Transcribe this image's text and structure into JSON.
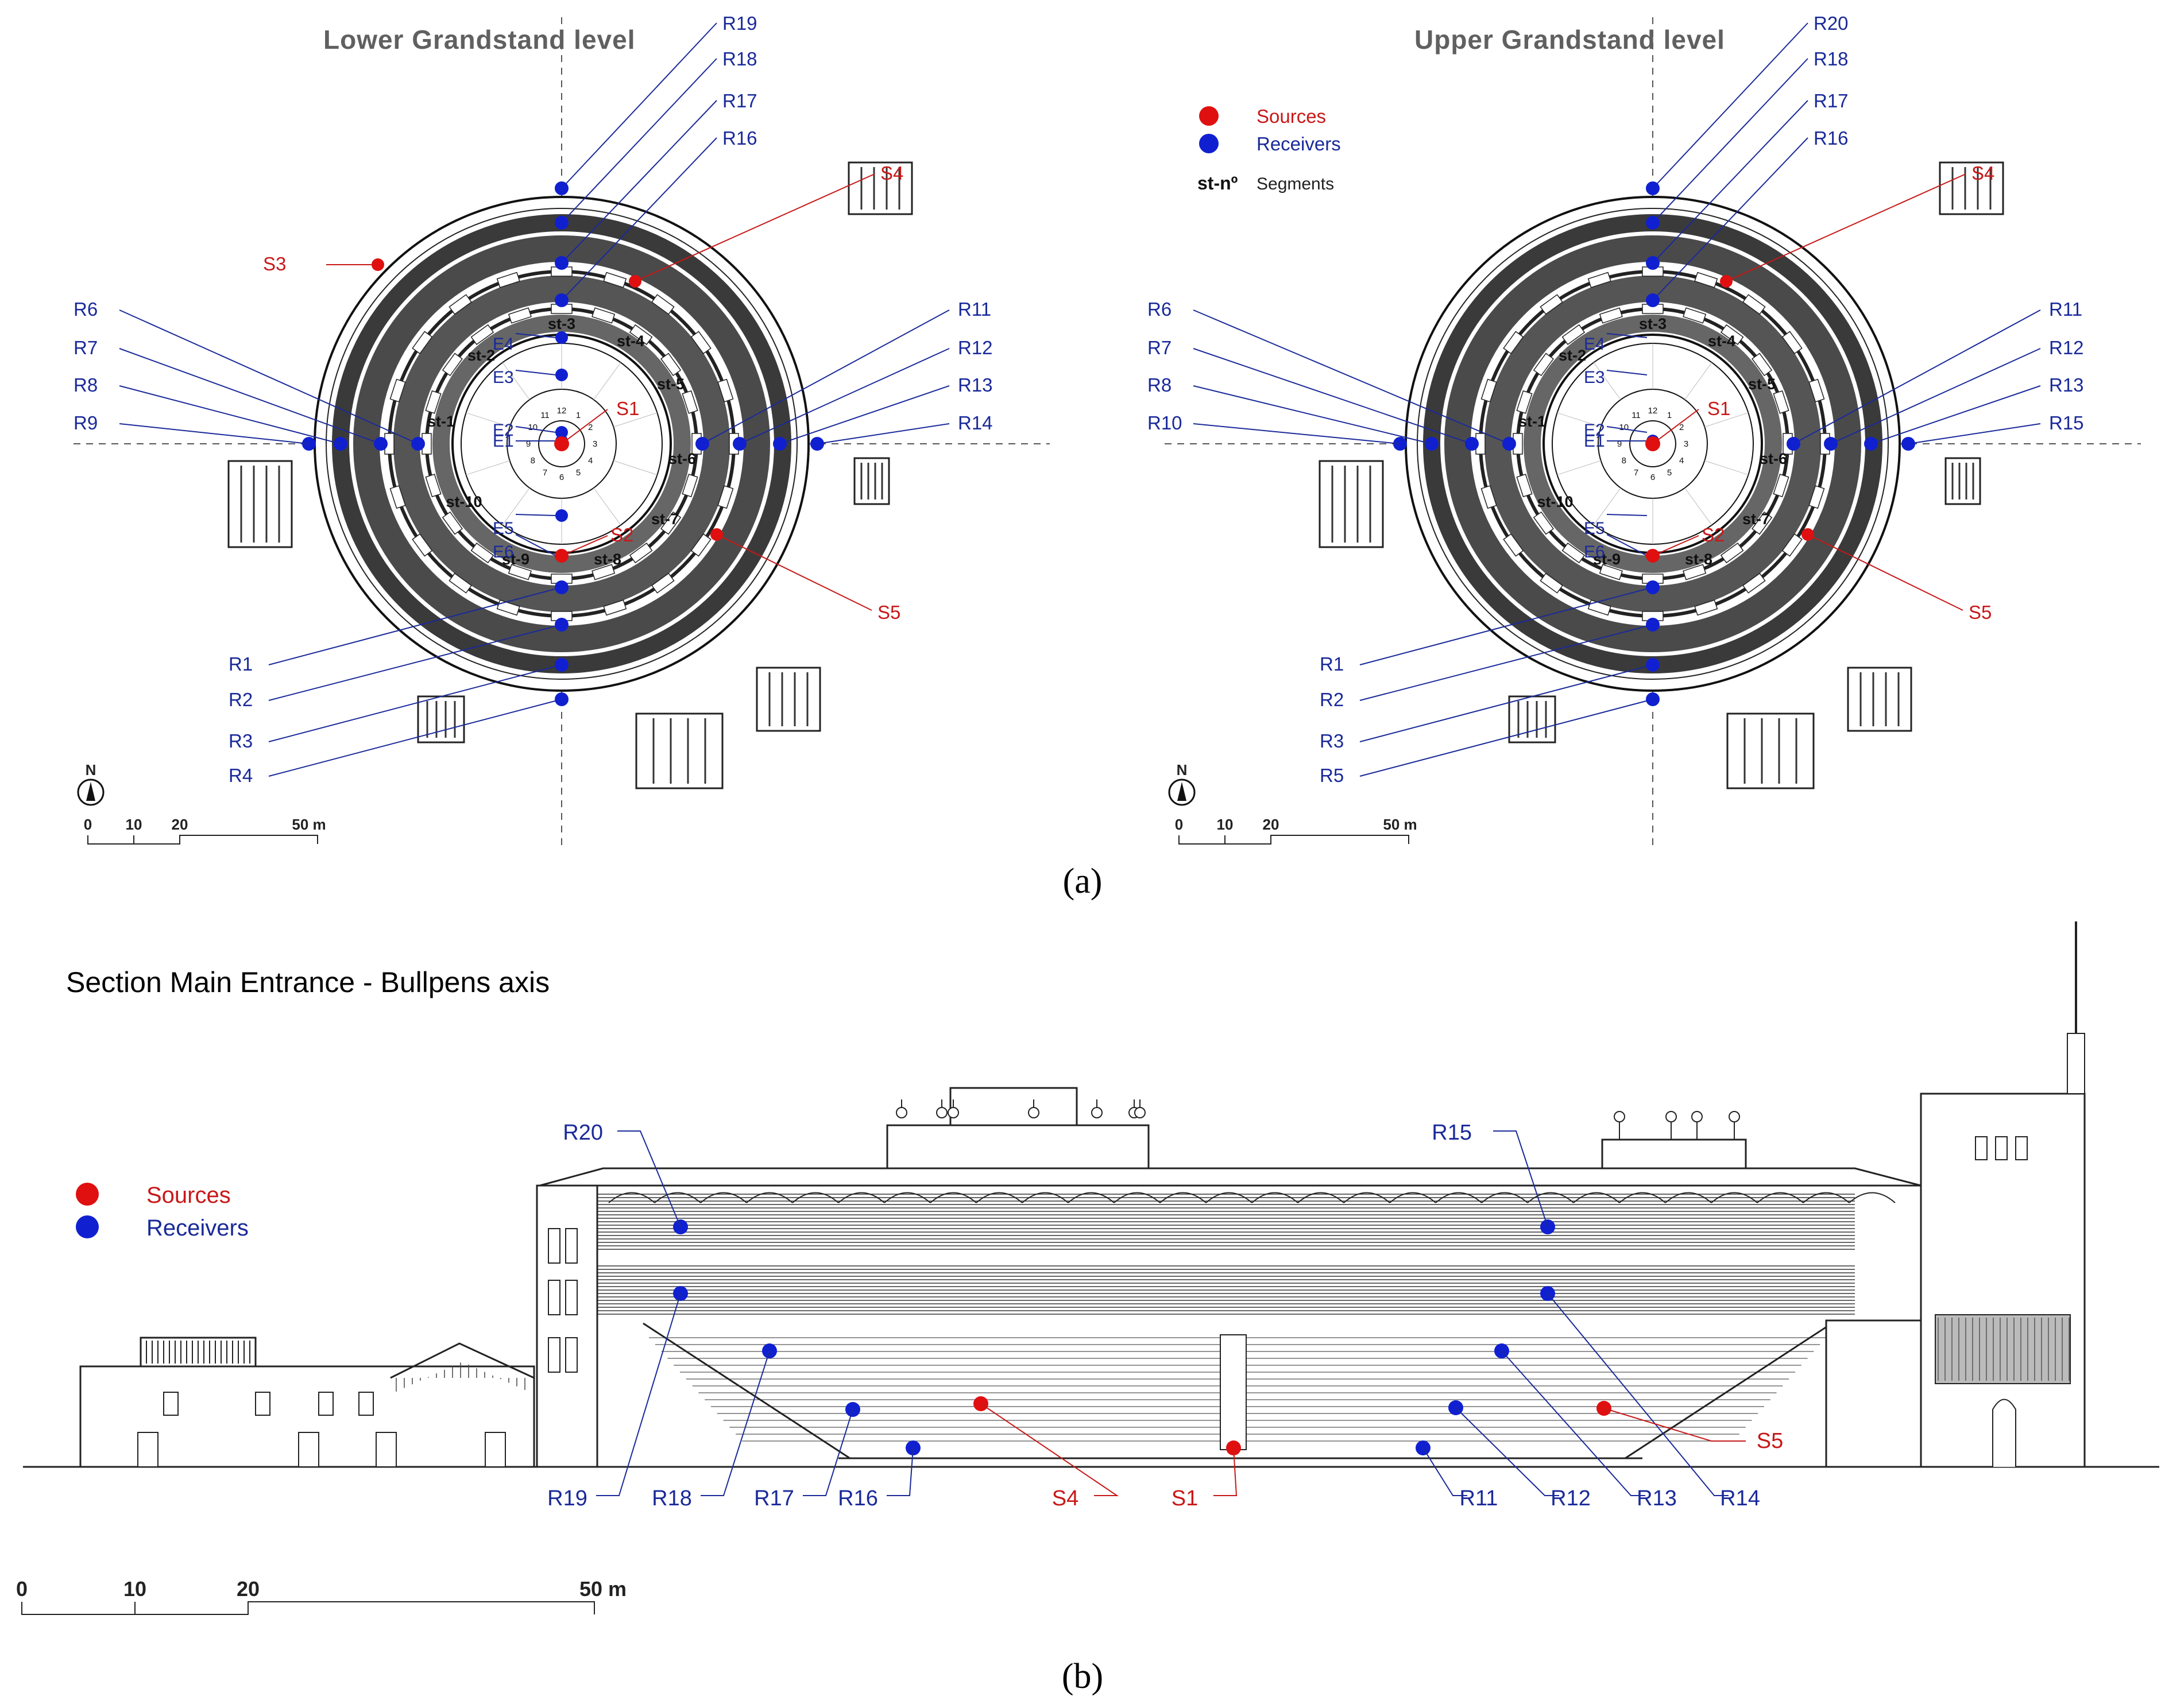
{
  "plan_left": {
    "title": "Lower Grandstand level",
    "receivers": [
      "R1",
      "R2",
      "R3",
      "R4",
      "R6",
      "R7",
      "R8",
      "R9",
      "R11",
      "R12",
      "R13",
      "R14",
      "R16",
      "R17",
      "R18",
      "R19"
    ],
    "sources": [
      "S1",
      "S2",
      "S3",
      "S4",
      "S5"
    ],
    "points": [
      "E1",
      "E2",
      "E3",
      "E4",
      "E5",
      "E6"
    ],
    "segments": [
      "st-1",
      "st-2",
      "st-3",
      "st-4",
      "st-5",
      "st-6",
      "st-7",
      "st-8",
      "st-9",
      "st-10"
    ],
    "clock": [
      "12",
      "1",
      "2",
      "3",
      "4",
      "5",
      "6",
      "7",
      "8",
      "9",
      "10",
      "11"
    ],
    "north": "N",
    "scale": [
      "0",
      "10",
      "20",
      "50 m"
    ]
  },
  "plan_right": {
    "title": "Upper Grandstand level",
    "receivers": [
      "R1",
      "R2",
      "R3",
      "R5",
      "R6",
      "R7",
      "R8",
      "R10",
      "R11",
      "R12",
      "R13",
      "R15",
      "R16",
      "R17",
      "R18",
      "R20"
    ],
    "sources": [
      "S1",
      "S2",
      "S4",
      "S5"
    ],
    "points": [
      "E1",
      "E2",
      "E3",
      "E4",
      "E5",
      "E6"
    ],
    "segments": [
      "st-1",
      "st-2",
      "st-3",
      "st-4",
      "st-5",
      "st-6",
      "st-7",
      "st-8",
      "st-9",
      "st-10"
    ],
    "clock": [
      "12",
      "1",
      "2",
      "3",
      "4",
      "5",
      "6",
      "7",
      "8",
      "9",
      "10",
      "11"
    ],
    "north": "N",
    "scale": [
      "0",
      "10",
      "20",
      "50 m"
    ],
    "legend": {
      "sources": "Sources",
      "receivers": "Receivers",
      "segments_symbol": "st-nº",
      "segments": "Segments"
    }
  },
  "caption_a": "(a)",
  "section": {
    "title": "Section Main Entrance - Bullpens axis",
    "legend": {
      "sources": "Sources",
      "receivers": "Receivers"
    },
    "top_labels": [
      "R20",
      "R15"
    ],
    "bottom_labels": [
      "R19",
      "R18",
      "R17",
      "R16",
      "S4",
      "S1",
      "R11",
      "R12",
      "R13",
      "R14"
    ],
    "right_label": "S5",
    "scale": [
      "0",
      "10",
      "20",
      "50 m"
    ]
  },
  "caption_b": "(b)",
  "colors": {
    "source": "#e01010",
    "receiver": "#1020d0",
    "leader_blue": "#1a2a9a",
    "leader_red": "#c81818"
  }
}
